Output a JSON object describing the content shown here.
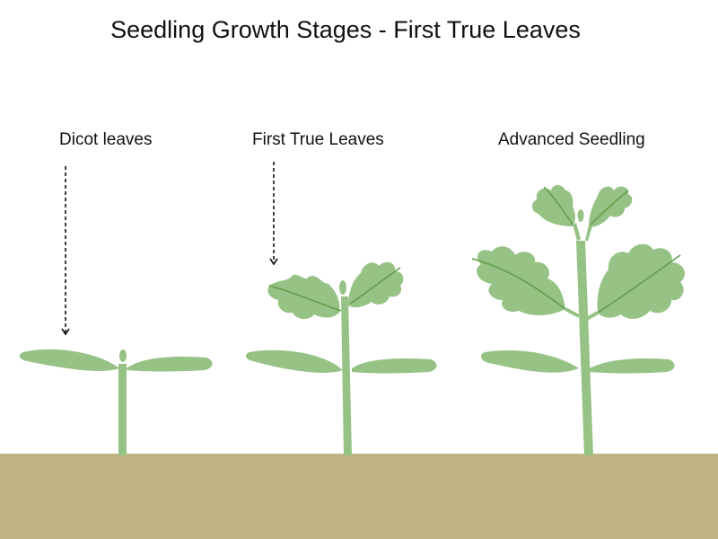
{
  "title": "Seedling Growth Stages - First True Leaves",
  "stages": [
    {
      "label": "Dicot leaves"
    },
    {
      "label": "First True Leaves"
    },
    {
      "label": "Advanced Seedling"
    }
  ],
  "colors": {
    "leaf": "#97c285",
    "vein": "#5e9e4a",
    "soil": "#bfb383",
    "arrow": "#111111"
  }
}
